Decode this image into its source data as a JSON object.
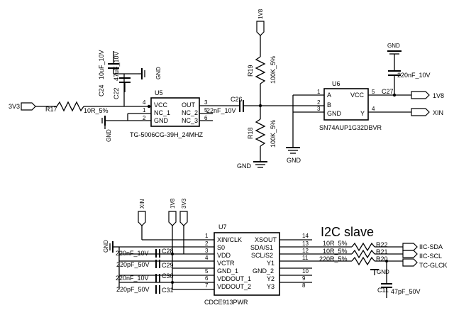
{
  "power_labels": {
    "v3v3": "3V3",
    "v1v8": "1V8",
    "gnd": "GND",
    "xin": "XIN"
  },
  "u5": {
    "ref": "U5",
    "part": "TG-5006CG-39H_24MHZ",
    "pins": [
      {
        "num": "4",
        "name": "VCC"
      },
      {
        "num": "1",
        "name": "NC_1"
      },
      {
        "num": "2",
        "name": "GND"
      },
      {
        "num": "3",
        "name": "OUT"
      },
      {
        "num": "5",
        "name": "NC_2"
      },
      {
        "num": "6",
        "name": "NC_3"
      }
    ]
  },
  "u6": {
    "ref": "U6",
    "part": "SN74AUP1G32DBVR",
    "pins": [
      {
        "num": "1",
        "name": "A"
      },
      {
        "num": "2",
        "name": "B"
      },
      {
        "num": "3",
        "name": "GND"
      },
      {
        "num": "5",
        "name": "VCC"
      },
      {
        "num": "4",
        "name": "Y"
      }
    ]
  },
  "u7": {
    "ref": "U7",
    "part": "CDCE913PWR",
    "left_pins": [
      {
        "num": "1",
        "name": "XIN/CLK"
      },
      {
        "num": "2",
        "name": "S0"
      },
      {
        "num": "3",
        "name": "VDD"
      },
      {
        "num": "4",
        "name": "VCTR"
      },
      {
        "num": "5",
        "name": "GND_1"
      },
      {
        "num": "6",
        "name": "VDDOUT_1"
      },
      {
        "num": "7",
        "name": "VDDOUT_2"
      }
    ],
    "right_pins": [
      {
        "num": "14",
        "name": "XSOUT"
      },
      {
        "num": "13",
        "name": "SDA/S1"
      },
      {
        "num": "12",
        "name": "SCL/S2"
      },
      {
        "num": "11",
        "name": "Y1"
      },
      {
        "num": "10",
        "name": "GND_2"
      },
      {
        "num": "9",
        "name": "Y2"
      },
      {
        "num": "8",
        "name": "Y3"
      }
    ]
  },
  "resistors": {
    "r17": {
      "ref": "R17",
      "value": "10R_5%"
    },
    "r19": {
      "ref": "R19",
      "value": "100K_5%"
    },
    "r18": {
      "ref": "R18",
      "value": "100K_5%"
    },
    "r22": {
      "ref": "R22",
      "value": "10R_5%"
    },
    "r21": {
      "ref": "R21",
      "value": "10R_5%"
    },
    "r20": {
      "ref": "R20",
      "value": "220R_5%"
    }
  },
  "capacitors": {
    "c24": {
      "ref": "C24",
      "value": "10uF_10V"
    },
    "c22": {
      "ref": "C22",
      "value": "47uF_10V"
    },
    "c26": {
      "ref": "C26",
      "value": "22nF_10V"
    },
    "c27": {
      "ref": "C27",
      "value": "220nF_10V"
    },
    "c28": {
      "ref": "C28",
      "value": "220nF_10V"
    },
    "c29": {
      "ref": "C29",
      "value": "220pF_50V"
    },
    "c30": {
      "ref": "C30",
      "value": "220nF_10V"
    },
    "c31": {
      "ref": "C31",
      "value": "220pF_50V"
    },
    "c11": {
      "ref": "C11",
      "value": "47pF_50V"
    }
  },
  "section_title": "I2C slave",
  "net_ports": {
    "iic_sda": "IIC-SDA",
    "iic_scl": "IIC-SCL",
    "tc_glck": "TC-GLCK",
    "xin_out": "XIN",
    "v1v8_out": "1V8"
  }
}
